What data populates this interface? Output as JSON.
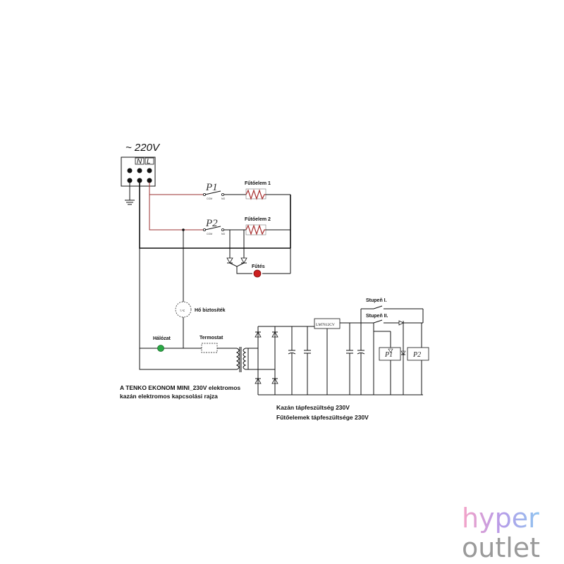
{
  "supply": {
    "voltage": "~ 220V",
    "neutral": "N",
    "line": "L"
  },
  "relays": {
    "p1": "P1",
    "p2": "P2",
    "com": "COM",
    "no": "NO"
  },
  "heaters": {
    "h1": "Fűtőelem 1",
    "h2": "Fűtőelem 2"
  },
  "indicators": {
    "heating": "Fűtés",
    "network": "Hálózat"
  },
  "protection": {
    "fuse": "Hő biztosíték",
    "thermostat": "Termostat"
  },
  "circuit": {
    "regulator": "LM7812CV",
    "stage1": "Stupeň I.",
    "stage2": "Stupeň II."
  },
  "captions": {
    "title_line1": "A TENKO EKONOM MINI_230V elektromos",
    "title_line2": "kazán elektromos kapcsolási rajza",
    "supply_line1": "Kazán tápfeszültség 230V",
    "supply_line2": "Fűtőelemek tápfeszültsége 230V"
  },
  "brand": {
    "part1": "hyper",
    "part2": "outlet"
  },
  "colors": {
    "indicator_red": "#cc1f1f",
    "indicator_green": "#2aa845",
    "wire_red": "#9b3030"
  }
}
